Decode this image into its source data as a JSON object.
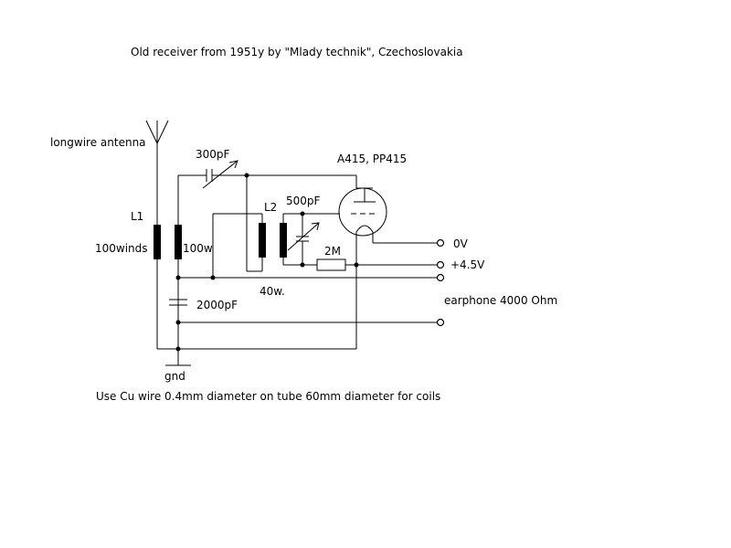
{
  "title": "Old receiver from 1951y by \"Mlady technik\", Czechoslovakia",
  "labels": {
    "antenna": "longwire antenna",
    "c_300": "300pF",
    "tube": "A415, PP415",
    "l1": "L1",
    "l1_winds": "100winds",
    "l1_secondary": "100w",
    "l2": "L2",
    "c_500": "500pF",
    "r_2m": "2M",
    "t_0v": "0V",
    "t_45v": "+4.5V",
    "winds_40": "40w.",
    "c_2000": "2000pF",
    "earphone": "earphone 4000 Ohm",
    "gnd": "gnd"
  },
  "note": "Use Cu wire 0.4mm diameter on tube 60mm diameter for coils"
}
